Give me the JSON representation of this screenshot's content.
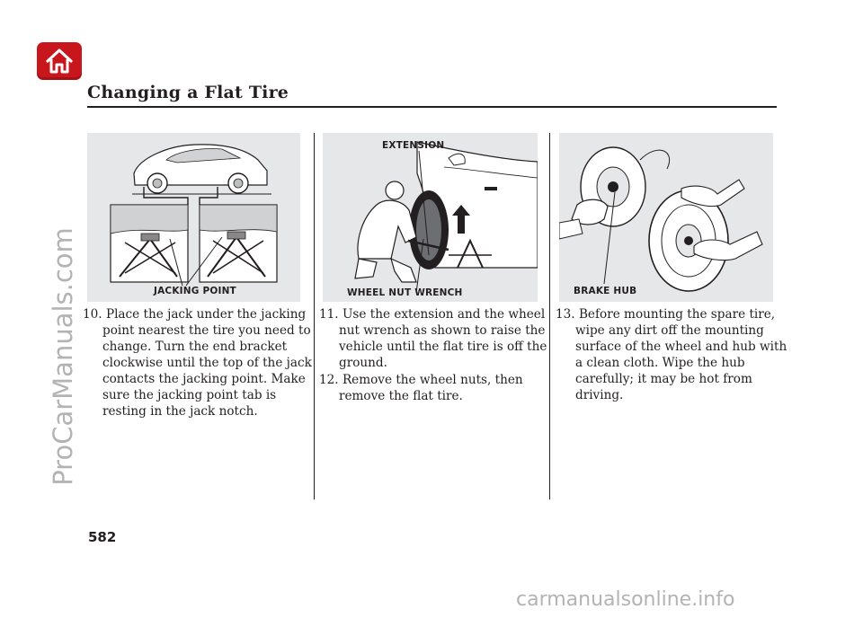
{
  "header": {
    "title": "Changing a Flat Tire",
    "home_icon": "home-icon",
    "accent_color": "#c8161d"
  },
  "figures": [
    {
      "callouts": [
        "JACKING POINT"
      ]
    },
    {
      "callouts": [
        "EXTENSION",
        "WHEEL NUT WRENCH"
      ]
    },
    {
      "callouts": [
        "BRAKE HUB"
      ]
    }
  ],
  "steps": [
    {
      "text": "10. Place the jack under the jacking point nearest the tire you need to change. Turn the end bracket clockwise until the top of the jack contacts the jacking point. Make sure the jacking point tab is resting in the jack notch."
    },
    {
      "text": "11. Use the extension and the wheel nut wrench as shown to raise the vehicle until the flat tire is off the ground."
    },
    {
      "text": "12. Remove the wheel nuts, then remove the flat tire."
    },
    {
      "text": "13. Before mounting the spare tire, wipe any dirt off the mounting surface of the wheel and hub with a clean cloth. Wipe the hub carefully; it may be hot from driving."
    }
  ],
  "footer": {
    "page_number": "582"
  },
  "watermarks": {
    "side": "ProCarManuals.com",
    "bottom": "carmanualsonline.info"
  }
}
